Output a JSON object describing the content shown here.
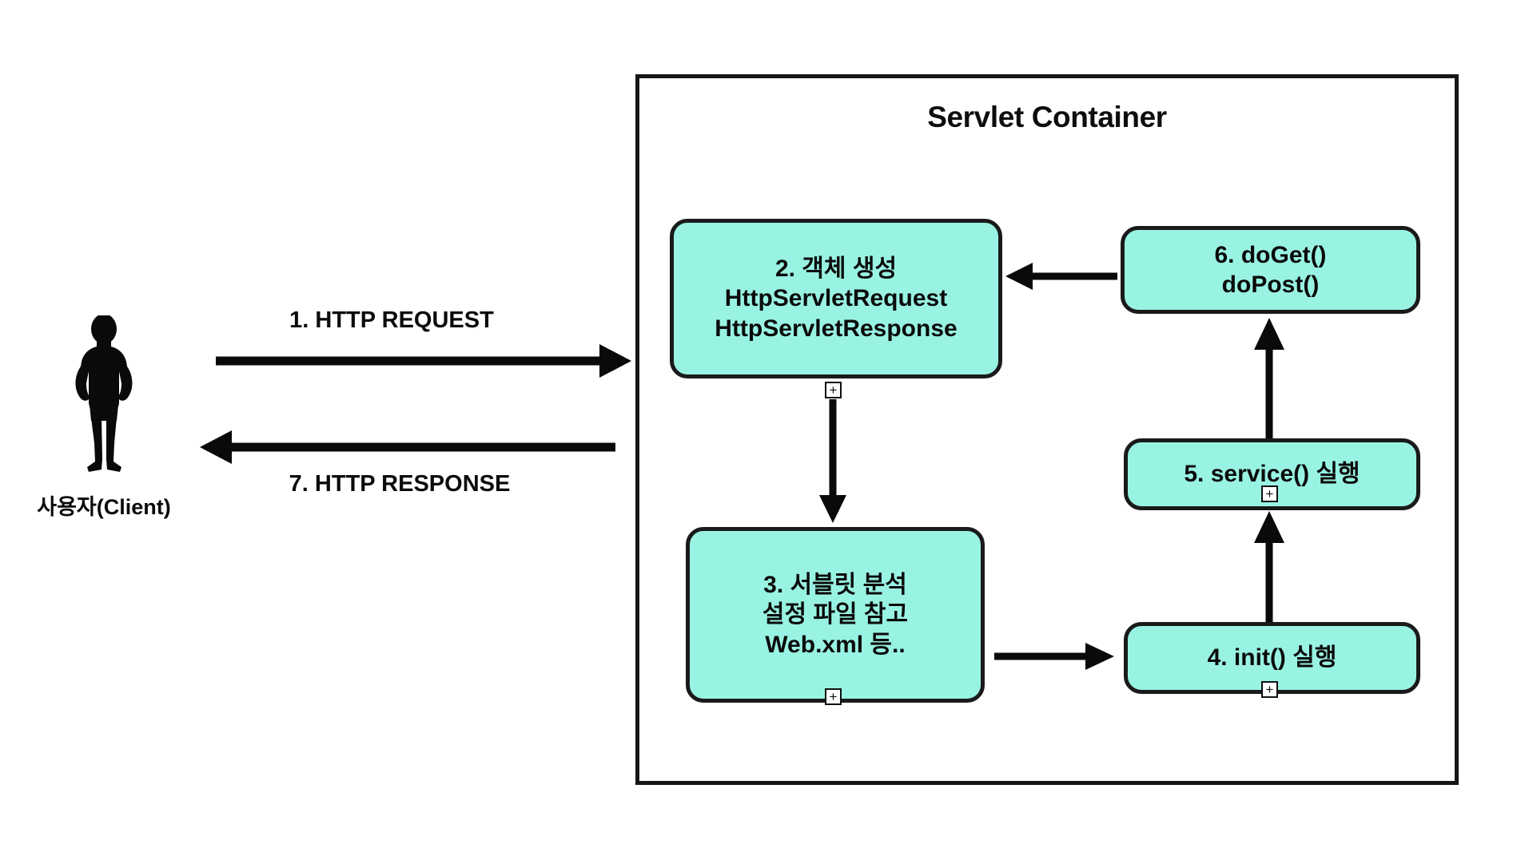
{
  "diagram": {
    "title": "Servlet Container",
    "background_color": "#ffffff",
    "box_fill_color": "#99F3E3",
    "stroke_color": "#101010"
  },
  "client": {
    "label": "사용자(Client)",
    "icon": "person-silhouette-icon"
  },
  "flows": [
    {
      "id": "request",
      "label": "1. HTTP REQUEST",
      "direction": "right"
    },
    {
      "id": "response",
      "label": "7. HTTP RESPONSE",
      "direction": "left"
    }
  ],
  "boxes": [
    {
      "id": "box2",
      "lines": [
        "2. 객체 생성",
        "HttpServletRequest",
        "HttpServletResponse"
      ],
      "handle": "+"
    },
    {
      "id": "box3",
      "lines": [
        "3. 서블릿 분석",
        "설정 파일 참고",
        "Web.xml 등.."
      ],
      "handle": "+"
    },
    {
      "id": "box4",
      "lines": [
        "4. init() 실행"
      ],
      "handle": "+"
    },
    {
      "id": "box5",
      "lines": [
        "5. service() 실행"
      ],
      "handle": "+"
    },
    {
      "id": "box6",
      "lines": [
        "6. doGet()",
        "doPost()"
      ],
      "handle": ""
    }
  ],
  "connectors": [
    {
      "id": "client-to-box2",
      "from": "client",
      "to": "box2",
      "direction": "right"
    },
    {
      "id": "box2-to-client",
      "from": "box2",
      "to": "client",
      "direction": "left"
    },
    {
      "id": "box2-to-box3",
      "from": "box2",
      "to": "box3",
      "direction": "down"
    },
    {
      "id": "box3-to-box4",
      "from": "box3",
      "to": "box4",
      "direction": "right"
    },
    {
      "id": "box4-to-box5",
      "from": "box4",
      "to": "box5",
      "direction": "up"
    },
    {
      "id": "box5-to-box6",
      "from": "box5",
      "to": "box6",
      "direction": "up"
    },
    {
      "id": "box6-to-box2",
      "from": "box6",
      "to": "box2",
      "direction": "left"
    }
  ]
}
